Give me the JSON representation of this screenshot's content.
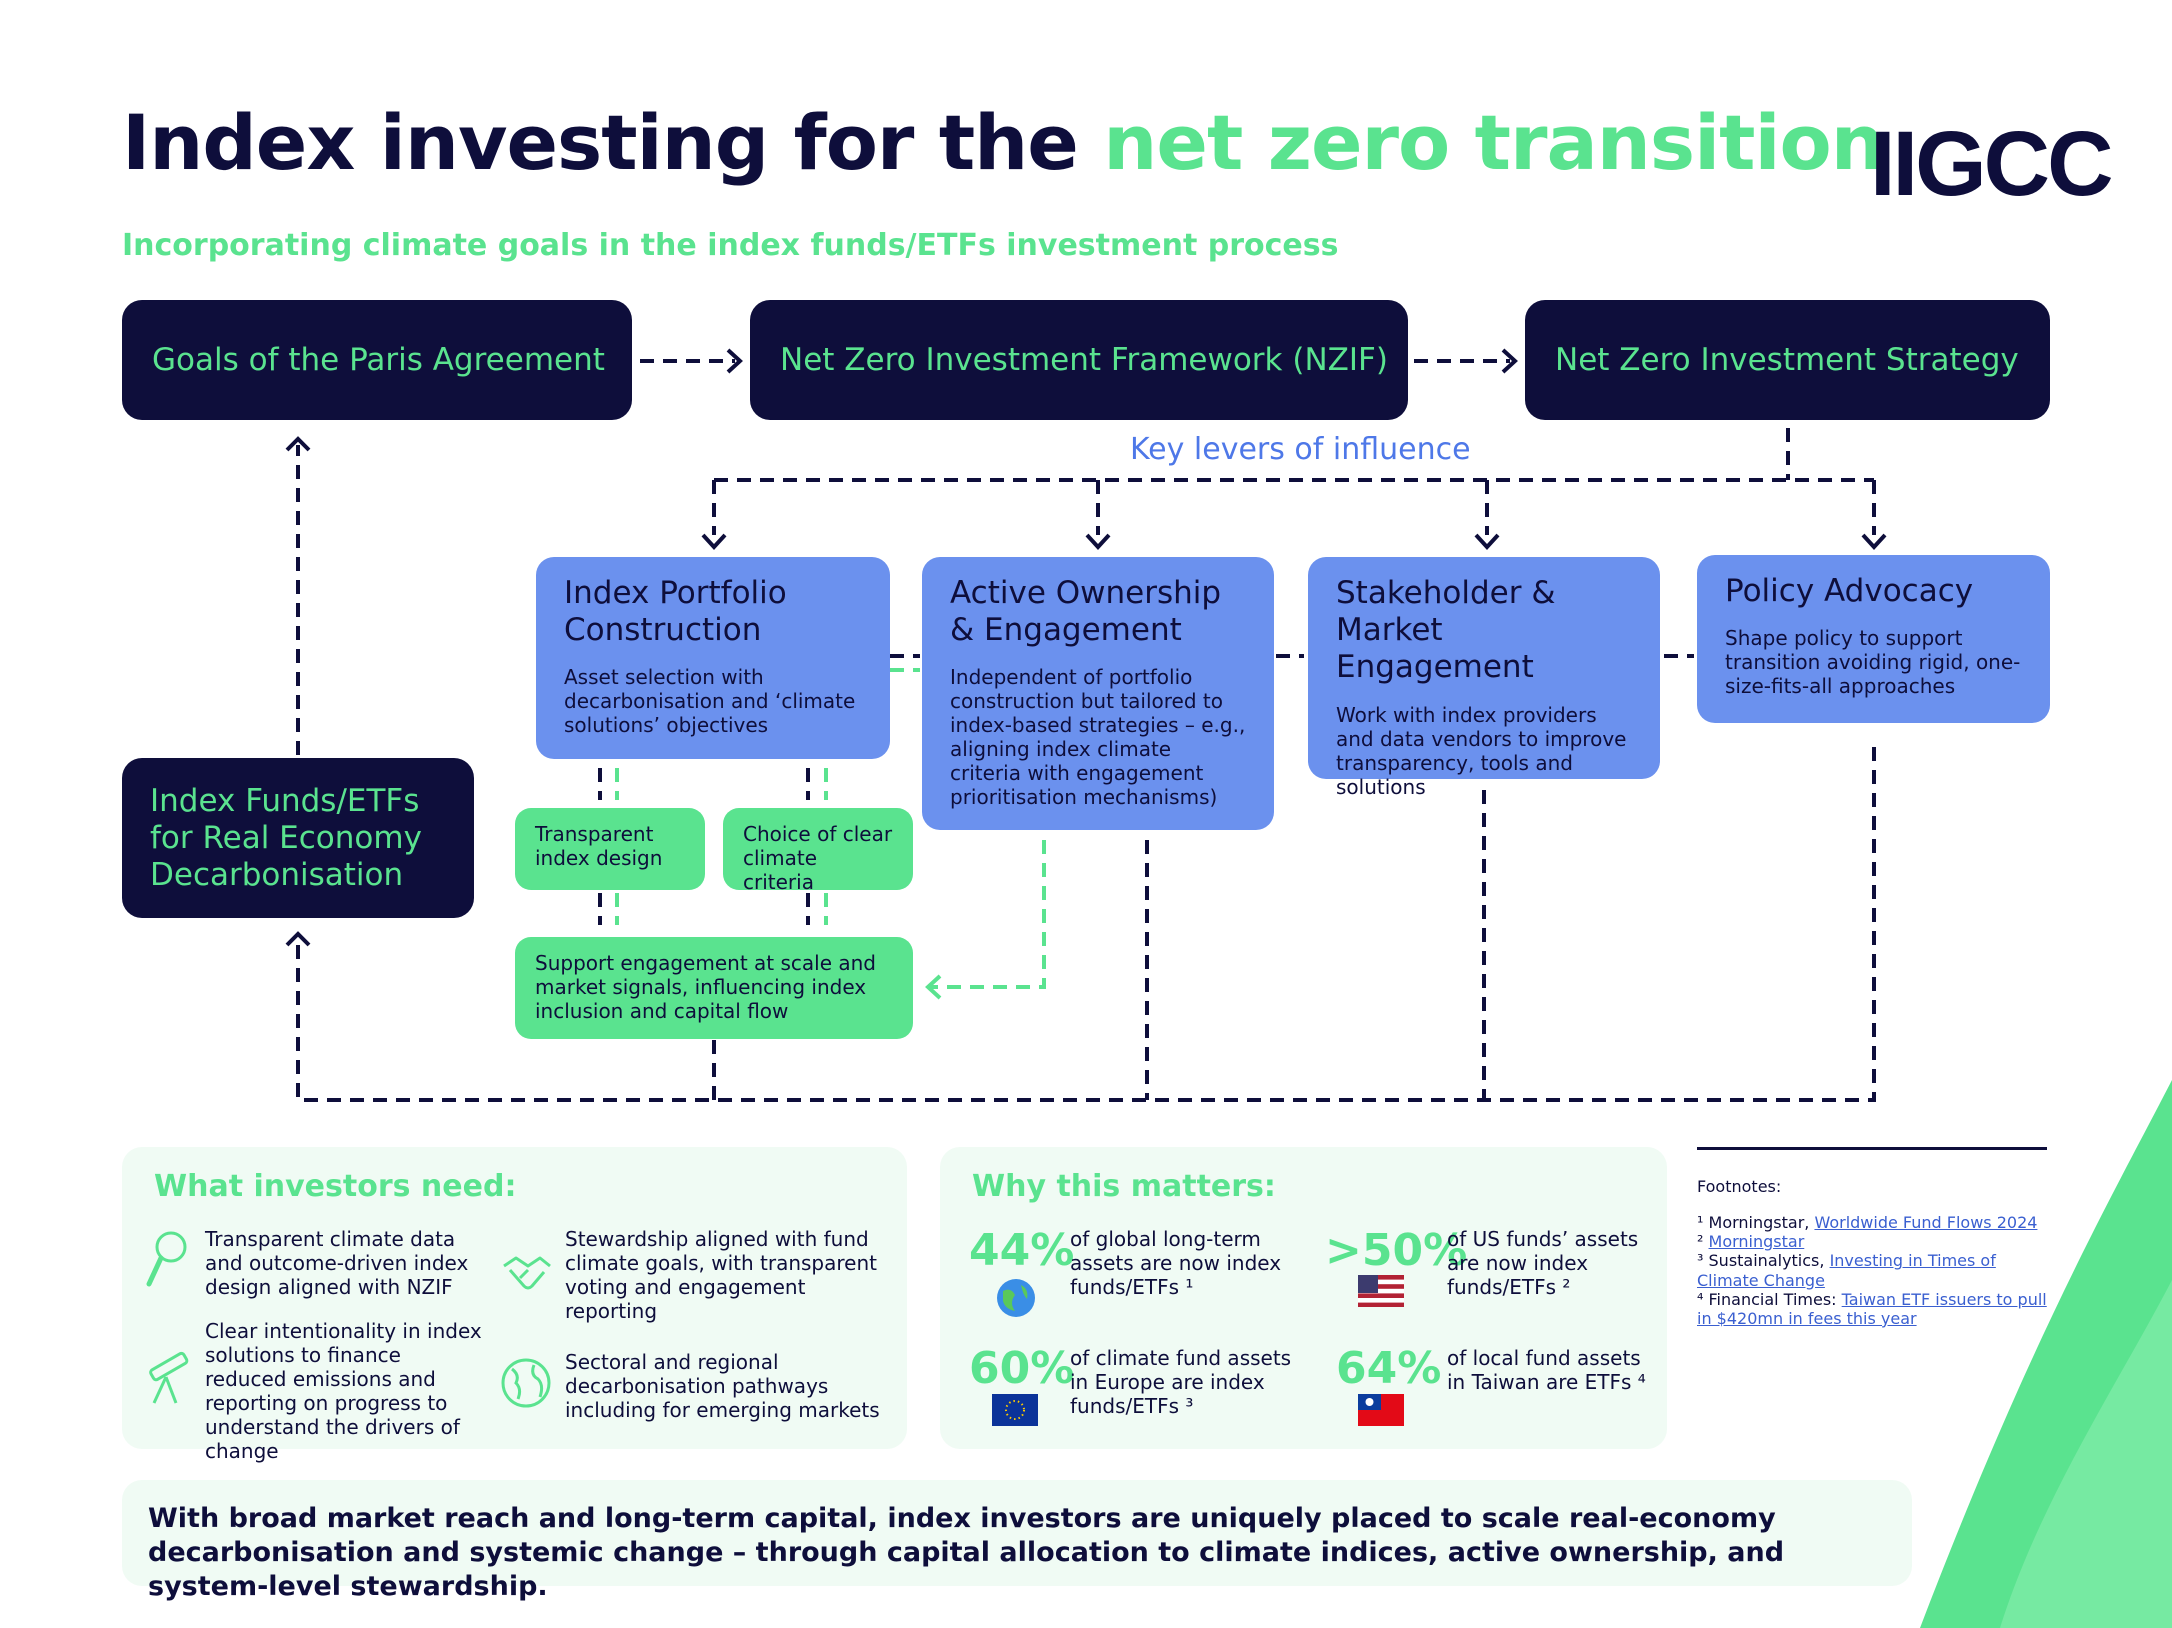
{
  "header": {
    "title_part1": "Index investing for the ",
    "title_part2": "net zero transition",
    "logo": "IIGCC",
    "subtitle": "Incorporating climate goals in the index funds/ETFs investment process"
  },
  "flow": {
    "paris": "Goals of the Paris Agreement",
    "nzif": "Net Zero Investment Framework (NZIF)",
    "strategy": "Net Zero Investment Strategy",
    "key_levers": "Key levers of influence",
    "index_funds": "Index Funds/ETFs for Real Economy Decarbonisation"
  },
  "levers": [
    {
      "title": "Index Portfolio Construction",
      "text": "Asset selection with decarbonisation and ‘climate solutions’ objectives"
    },
    {
      "title": "Active Ownership & Engagement",
      "text": "Independent of portfolio construction but tailored to index-based strategies – e.g., aligning index climate criteria with engagement prioritisation mechanisms)"
    },
    {
      "title": "Stakeholder & Market Engagement",
      "text": "Work with index providers and data vendors to improve transparency, tools and solutions"
    },
    {
      "title": "Policy Advocacy",
      "text": "Shape policy to support transition avoiding rigid, one-size-fits-all approaches"
    }
  ],
  "sub_boxes": {
    "transparent": "Transparent index design",
    "choice": "Choice of clear climate criteria",
    "support": "Support engagement at scale and market signals, influencing index inclusion and capital flow"
  },
  "needs": {
    "heading": "What investors need:",
    "items": [
      {
        "text": "Transparent climate data and outcome-driven index design aligned with NZIF",
        "icon": "magnifier-icon"
      },
      {
        "text": "Clear intentionality in index solutions to finance reduced emissions and reporting on progress to understand the drivers of change",
        "icon": "telescope-icon"
      },
      {
        "text": "Stewardship aligned with fund climate goals, with transparent voting and engagement reporting",
        "icon": "handshake-icon"
      },
      {
        "text": "Sectoral and regional decarbonisation pathways including for emerging markets",
        "icon": "globe-icon"
      }
    ]
  },
  "matters": {
    "heading": "Why this matters:",
    "stats": [
      {
        "value": "44%",
        "text": "of global long-term assets are now index funds/ETFs ¹",
        "icon": "globe-icon"
      },
      {
        "value": ">50%",
        "text": "of US funds’ assets are now index funds/ETFs ²",
        "icon": "us-flag-icon"
      },
      {
        "value": "60%",
        "text": "of climate fund assets in Europe are index funds/ETFs ³",
        "icon": "eu-flag-icon"
      },
      {
        "value": "64%",
        "text": "of local fund assets in Taiwan are ETFs ⁴",
        "icon": "taiwan-flag-icon"
      }
    ]
  },
  "footnotes": {
    "heading": "Footnotes:",
    "items": [
      {
        "num": "¹",
        "prefix": "Morningstar, ",
        "link": "Worldwide Fund Flows 2024"
      },
      {
        "num": "²",
        "prefix": "",
        "link": "Morningstar"
      },
      {
        "num": "³",
        "prefix": "Sustainalytics, ",
        "link": "Investing in Times of Climate Change"
      },
      {
        "num": "⁴",
        "prefix": "Financial Times: ",
        "link": "Taiwan ETF issuers to pull in $420mn in fees this year"
      }
    ]
  },
  "bottom_text": "With broad market reach and long-term capital, index investors are uniquely placed to scale real-economy decarbonisation and systemic change – through capital allocation to climate indices, active ownership, and system-level stewardship.",
  "colors": {
    "navy": "#0e0e3b",
    "green": "#5ae38f",
    "blue": "#6b91ee",
    "panel": "#f0fbf4"
  }
}
